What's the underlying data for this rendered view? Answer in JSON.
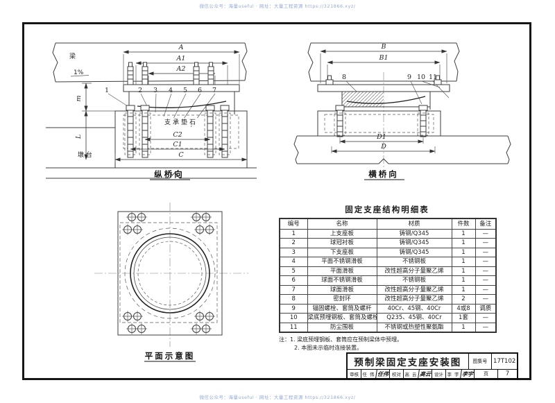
{
  "watermark": {
    "top": "微信公众号：海量useful · 网址：大量工程资源 https://321866.xyz/",
    "bottom": "微信公众号：海量useful · 网址：大量工程资源 https://321866.xyz/"
  },
  "views": {
    "longitudinal": {
      "caption": "纵桥向",
      "beam_label": "梁",
      "slope_label": "1%",
      "pad_label": "支承垫石",
      "abutment_label": "墩 台",
      "dims": {
        "A": "A",
        "A1": "A1",
        "A2": "A2",
        "C": "C",
        "C1": "C1",
        "C2": "C2",
        "m": "m",
        "L": "L"
      },
      "callouts": [
        "1",
        "2",
        "3",
        "4",
        "5",
        "6",
        "7"
      ]
    },
    "transverse": {
      "caption": "横桥向",
      "dims": {
        "B": "B",
        "B1": "B1",
        "D": "D",
        "D1": "D1"
      },
      "callouts": [
        "8",
        "9",
        "10",
        "11"
      ]
    },
    "plan": {
      "caption": "平面示意图"
    }
  },
  "parts_table": {
    "title": "固定支座结构明细表",
    "columns": [
      "编号",
      "名称",
      "材质",
      "件数",
      "备注"
    ],
    "rows": [
      {
        "no": "1",
        "name": "上支座板",
        "material": "铸钢/Q345",
        "qty": "1",
        "remark": "—"
      },
      {
        "no": "2",
        "name": "球冠衬板",
        "material": "铸钢/Q345",
        "qty": "1",
        "remark": "—"
      },
      {
        "no": "3",
        "name": "下支座板",
        "material": "铸钢/Q345",
        "qty": "1",
        "remark": "—"
      },
      {
        "no": "4",
        "name": "平面不锈钢滑板",
        "material": "不锈钢板",
        "qty": "1",
        "remark": "—"
      },
      {
        "no": "5",
        "name": "平面滑板",
        "material": "改性超高分子量聚乙烯",
        "qty": "1",
        "remark": "—"
      },
      {
        "no": "6",
        "name": "球面不锈钢滑板",
        "material": "不锈钢板",
        "qty": "1",
        "remark": "—"
      },
      {
        "no": "7",
        "name": "球面滑板",
        "material": "改性超高分子量聚乙烯",
        "qty": "1",
        "remark": "—"
      },
      {
        "no": "8",
        "name": "密封环",
        "material": "改性超高分子量聚乙烯",
        "qty": "2",
        "remark": "—"
      },
      {
        "no": "9",
        "name": "锚固螺栓、套筒及螺杆",
        "material": "40Cr、45钢、40Cr",
        "qty": "4或8",
        "remark": "调质"
      },
      {
        "no": "10",
        "name": "梁底预埋钢板、套筒及螺栓",
        "material": "Q235、45钢、40Cr",
        "qty": "1套",
        "remark": "—"
      },
      {
        "no": "11",
        "name": "防尘围板",
        "material": "不锈钢或热塑性聚氨酯",
        "qty": "1",
        "remark": "—"
      }
    ],
    "notes": [
      "注：1. 梁底预埋钢板、套筒应在预制梁体中预埋。",
      "2. 本图未示临时连接装置。"
    ]
  },
  "title_block": {
    "drawing_title": "预制梁固定支座安装图",
    "atlas_label": "图集号",
    "atlas_no": "17T102",
    "review_label": "审核",
    "review_name": "任 伟",
    "review_sig": "任伟",
    "check_label": "校对",
    "check_name": "高 云",
    "check_sig": "高云",
    "design_label": "设计",
    "design_name": "李 宇",
    "design_sig": "李宇",
    "page_label": "页",
    "page_no": "7"
  }
}
